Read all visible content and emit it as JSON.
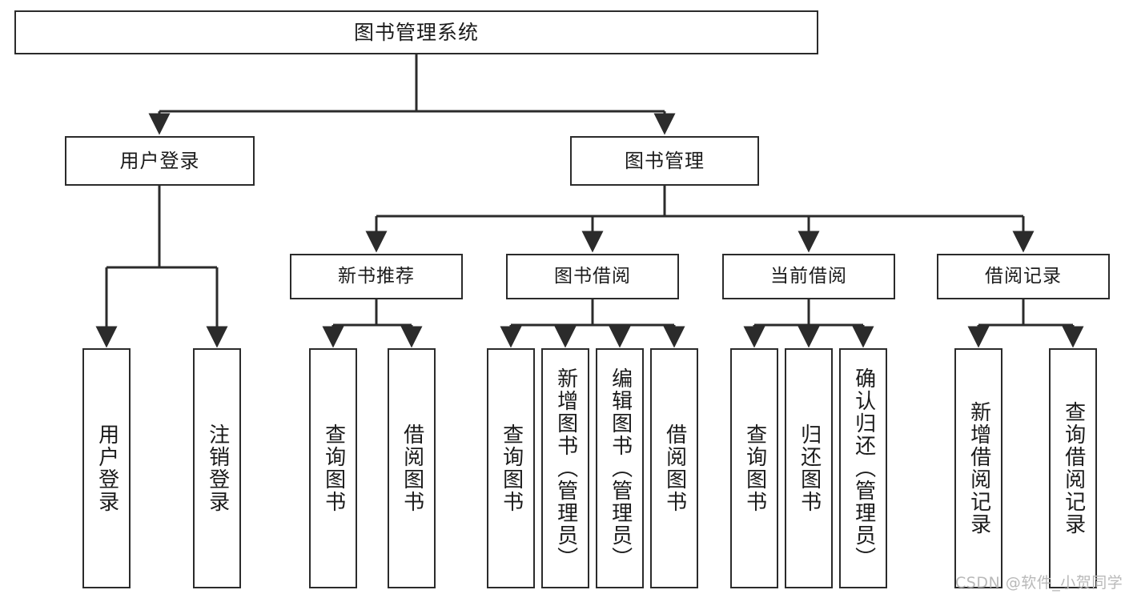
{
  "diagram": {
    "title": "图书管理系统",
    "type": "hierarchy-tree",
    "levels": 4,
    "colors": {
      "box_border": "#2b2b2b",
      "box_fill": "#ffffff",
      "connector": "#2b2b2b",
      "text": "#1b1b1b",
      "watermark": "#b9b9b9"
    }
  },
  "nodes": {
    "root": {
      "label": "图书管理系统"
    },
    "level2": [
      {
        "id": "user-login",
        "label": "用户登录"
      },
      {
        "id": "book-management",
        "label": "图书管理"
      }
    ],
    "level3": [
      {
        "id": "new-book-recommend",
        "label": "新书推荐"
      },
      {
        "id": "book-borrow",
        "label": "图书借阅"
      },
      {
        "id": "current-borrow",
        "label": "当前借阅"
      },
      {
        "id": "borrow-record",
        "label": "借阅记录"
      }
    ],
    "leaves": {
      "user_login": [
        {
          "id": "leaf-user-login",
          "label": "用户登录"
        },
        {
          "id": "leaf-logout-login",
          "label": "注销登录"
        }
      ],
      "new_book_recommend": [
        {
          "id": "leaf-query-book-1",
          "label": "查询图书"
        },
        {
          "id": "leaf-borrow-book-1",
          "label": "借阅图书"
        }
      ],
      "book_borrow": [
        {
          "id": "leaf-query-book-2",
          "label": "查询图书"
        },
        {
          "id": "leaf-add-book",
          "label": "新增图书（管理员）"
        },
        {
          "id": "leaf-edit-book",
          "label": "编辑图书（管理员）"
        },
        {
          "id": "leaf-borrow-book-2",
          "label": "借阅图书"
        }
      ],
      "current_borrow": [
        {
          "id": "leaf-query-book-3",
          "label": "查询图书"
        },
        {
          "id": "leaf-return-book",
          "label": "归还图书"
        },
        {
          "id": "leaf-confirm-return",
          "label": "确认归还（管理员）"
        }
      ],
      "borrow_record": [
        {
          "id": "leaf-add-record",
          "label": "新增借阅记录"
        },
        {
          "id": "leaf-query-record",
          "label": "查询借阅记录"
        }
      ]
    }
  },
  "watermark": {
    "text": "CSDN @软件_小贺同学"
  }
}
